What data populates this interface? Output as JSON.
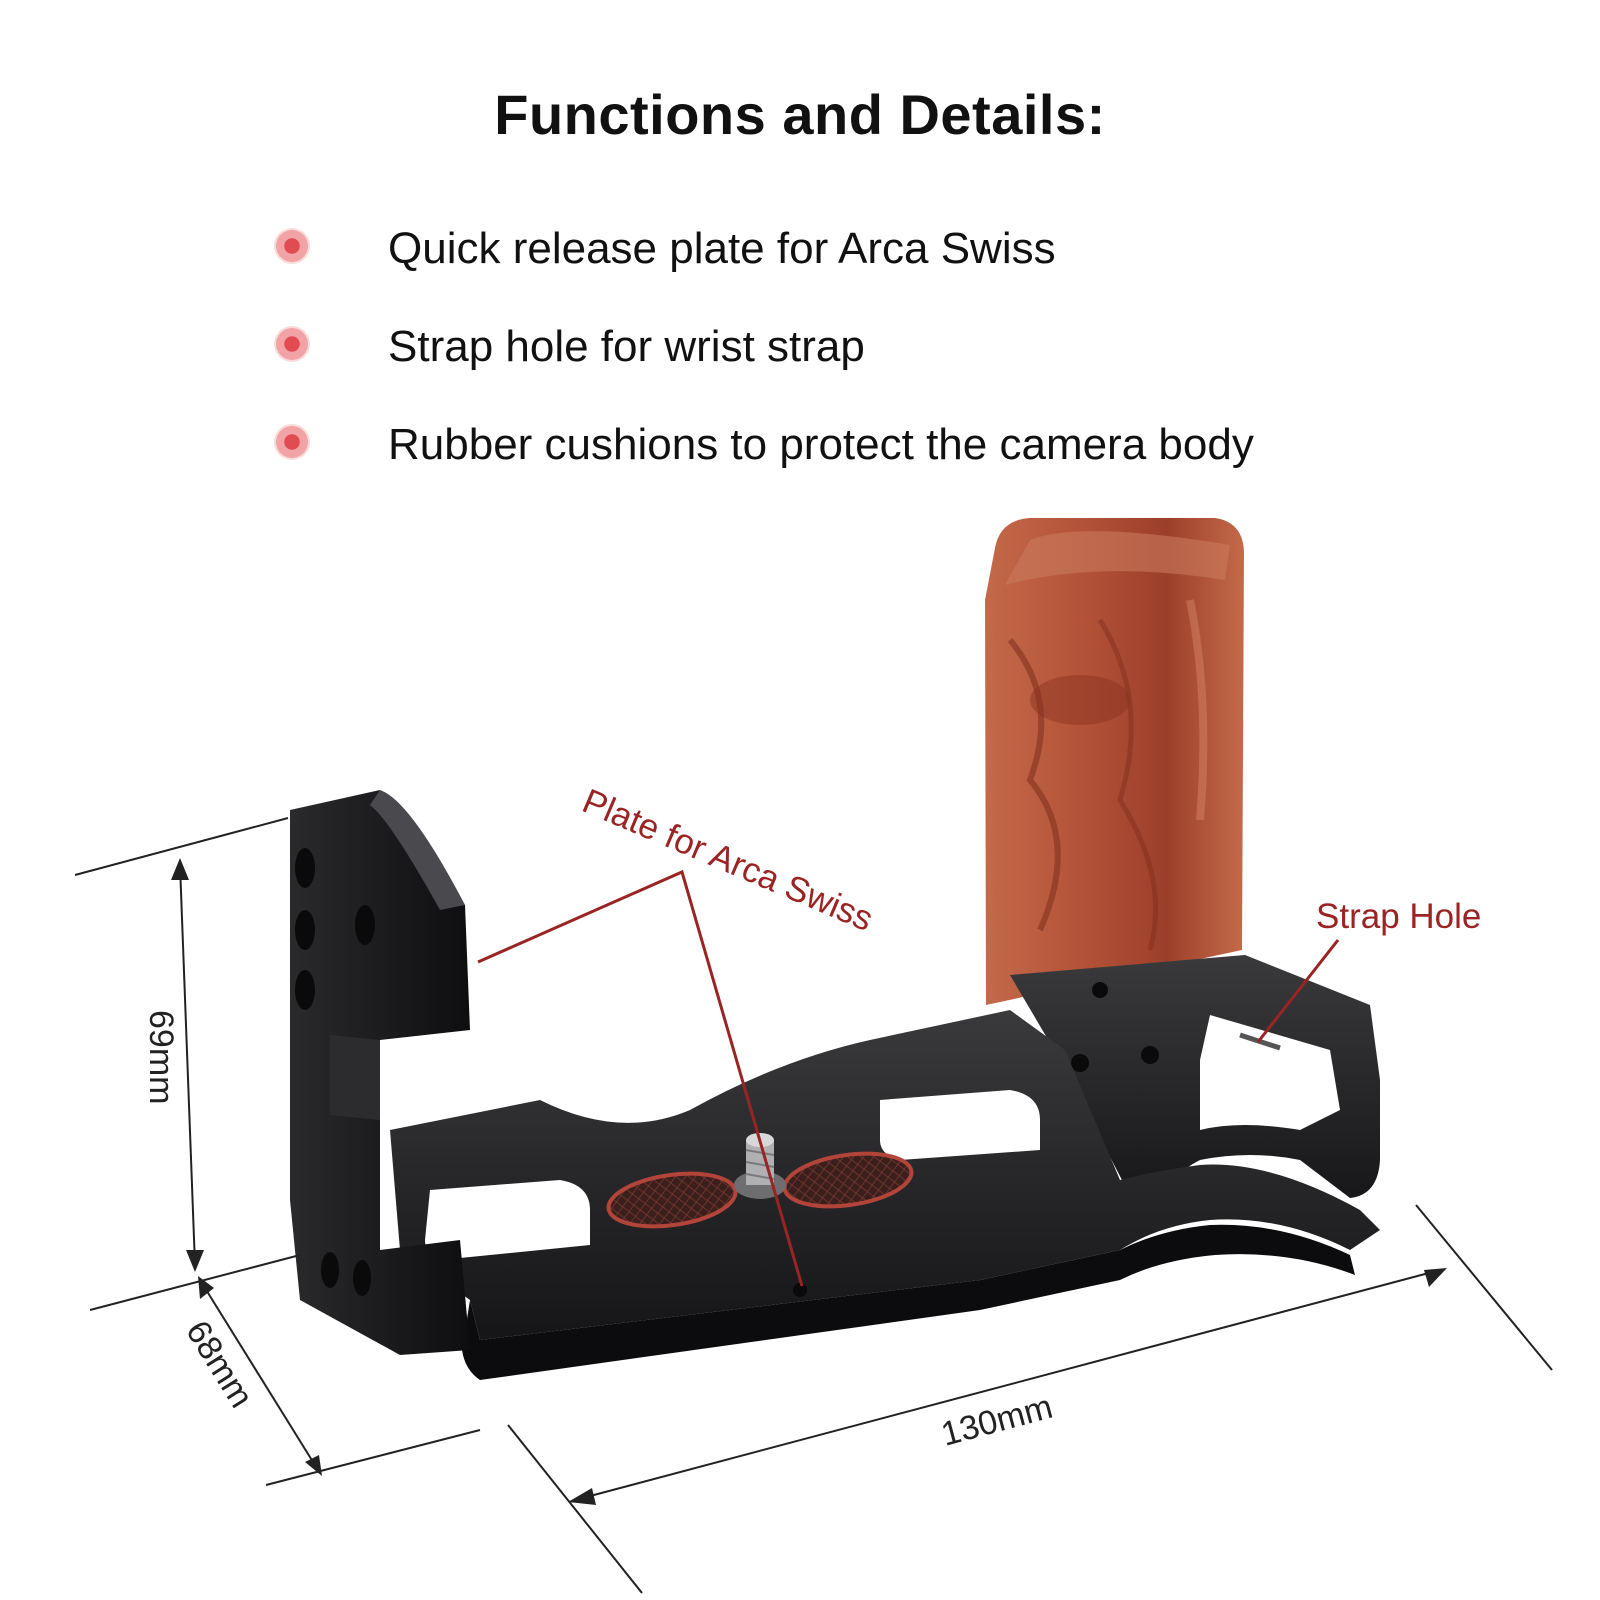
{
  "page_title": "Functions and Details:",
  "features": [
    {
      "text": "Quick release plate for Arca Swiss",
      "icon": "red-dot-bullet-icon"
    },
    {
      "text": "Strap hole for wrist strap",
      "icon": "red-dot-bullet-icon"
    },
    {
      "text": "Rubber cushions to protect the camera body",
      "icon": "red-dot-bullet-icon"
    }
  ],
  "callouts": {
    "arca_plate": "Plate for Arca Swiss",
    "strap_hole": "Strap Hole"
  },
  "dimensions": {
    "height": "69mm",
    "depth": "68mm",
    "length": "130mm"
  },
  "colors": {
    "accent": "#9a2423",
    "bullet": "#e14b52",
    "metal": "#1b1b1d",
    "wood": "#a8492f"
  }
}
